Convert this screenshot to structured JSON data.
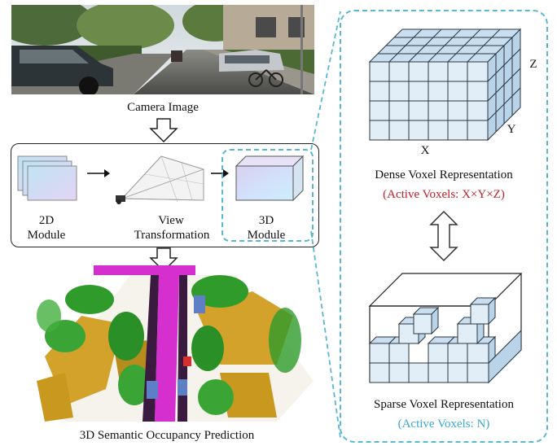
{
  "labels": {
    "camera_image": "Camera Image",
    "module_2d_line1": "2D",
    "module_2d_line2": "Module",
    "view_line1": "View",
    "view_line2": "Transformation",
    "module_3d_line1": "3D",
    "module_3d_line2": "Module",
    "occupancy": "3D Semantic Occupancy Prediction",
    "dense_title": "Dense Voxel Representation",
    "dense_active": "(Active Voxels: X×Y×Z)",
    "sparse_title": "Sparse Voxel Representation",
    "sparse_active": "(Active Voxels: N)",
    "axis_x": "X",
    "axis_y": "Y",
    "axis_z": "Z"
  },
  "colors": {
    "dashed_accent": "#5ab8d2",
    "dense_active_text": "#c0202a",
    "sparse_active_text": "#3aa9d0",
    "voxel_fill": "#d9ecf8",
    "road_magenta": "#d62fd0",
    "vegetation_green": "#2e9b2a",
    "building_orange": "#d3a22a"
  }
}
